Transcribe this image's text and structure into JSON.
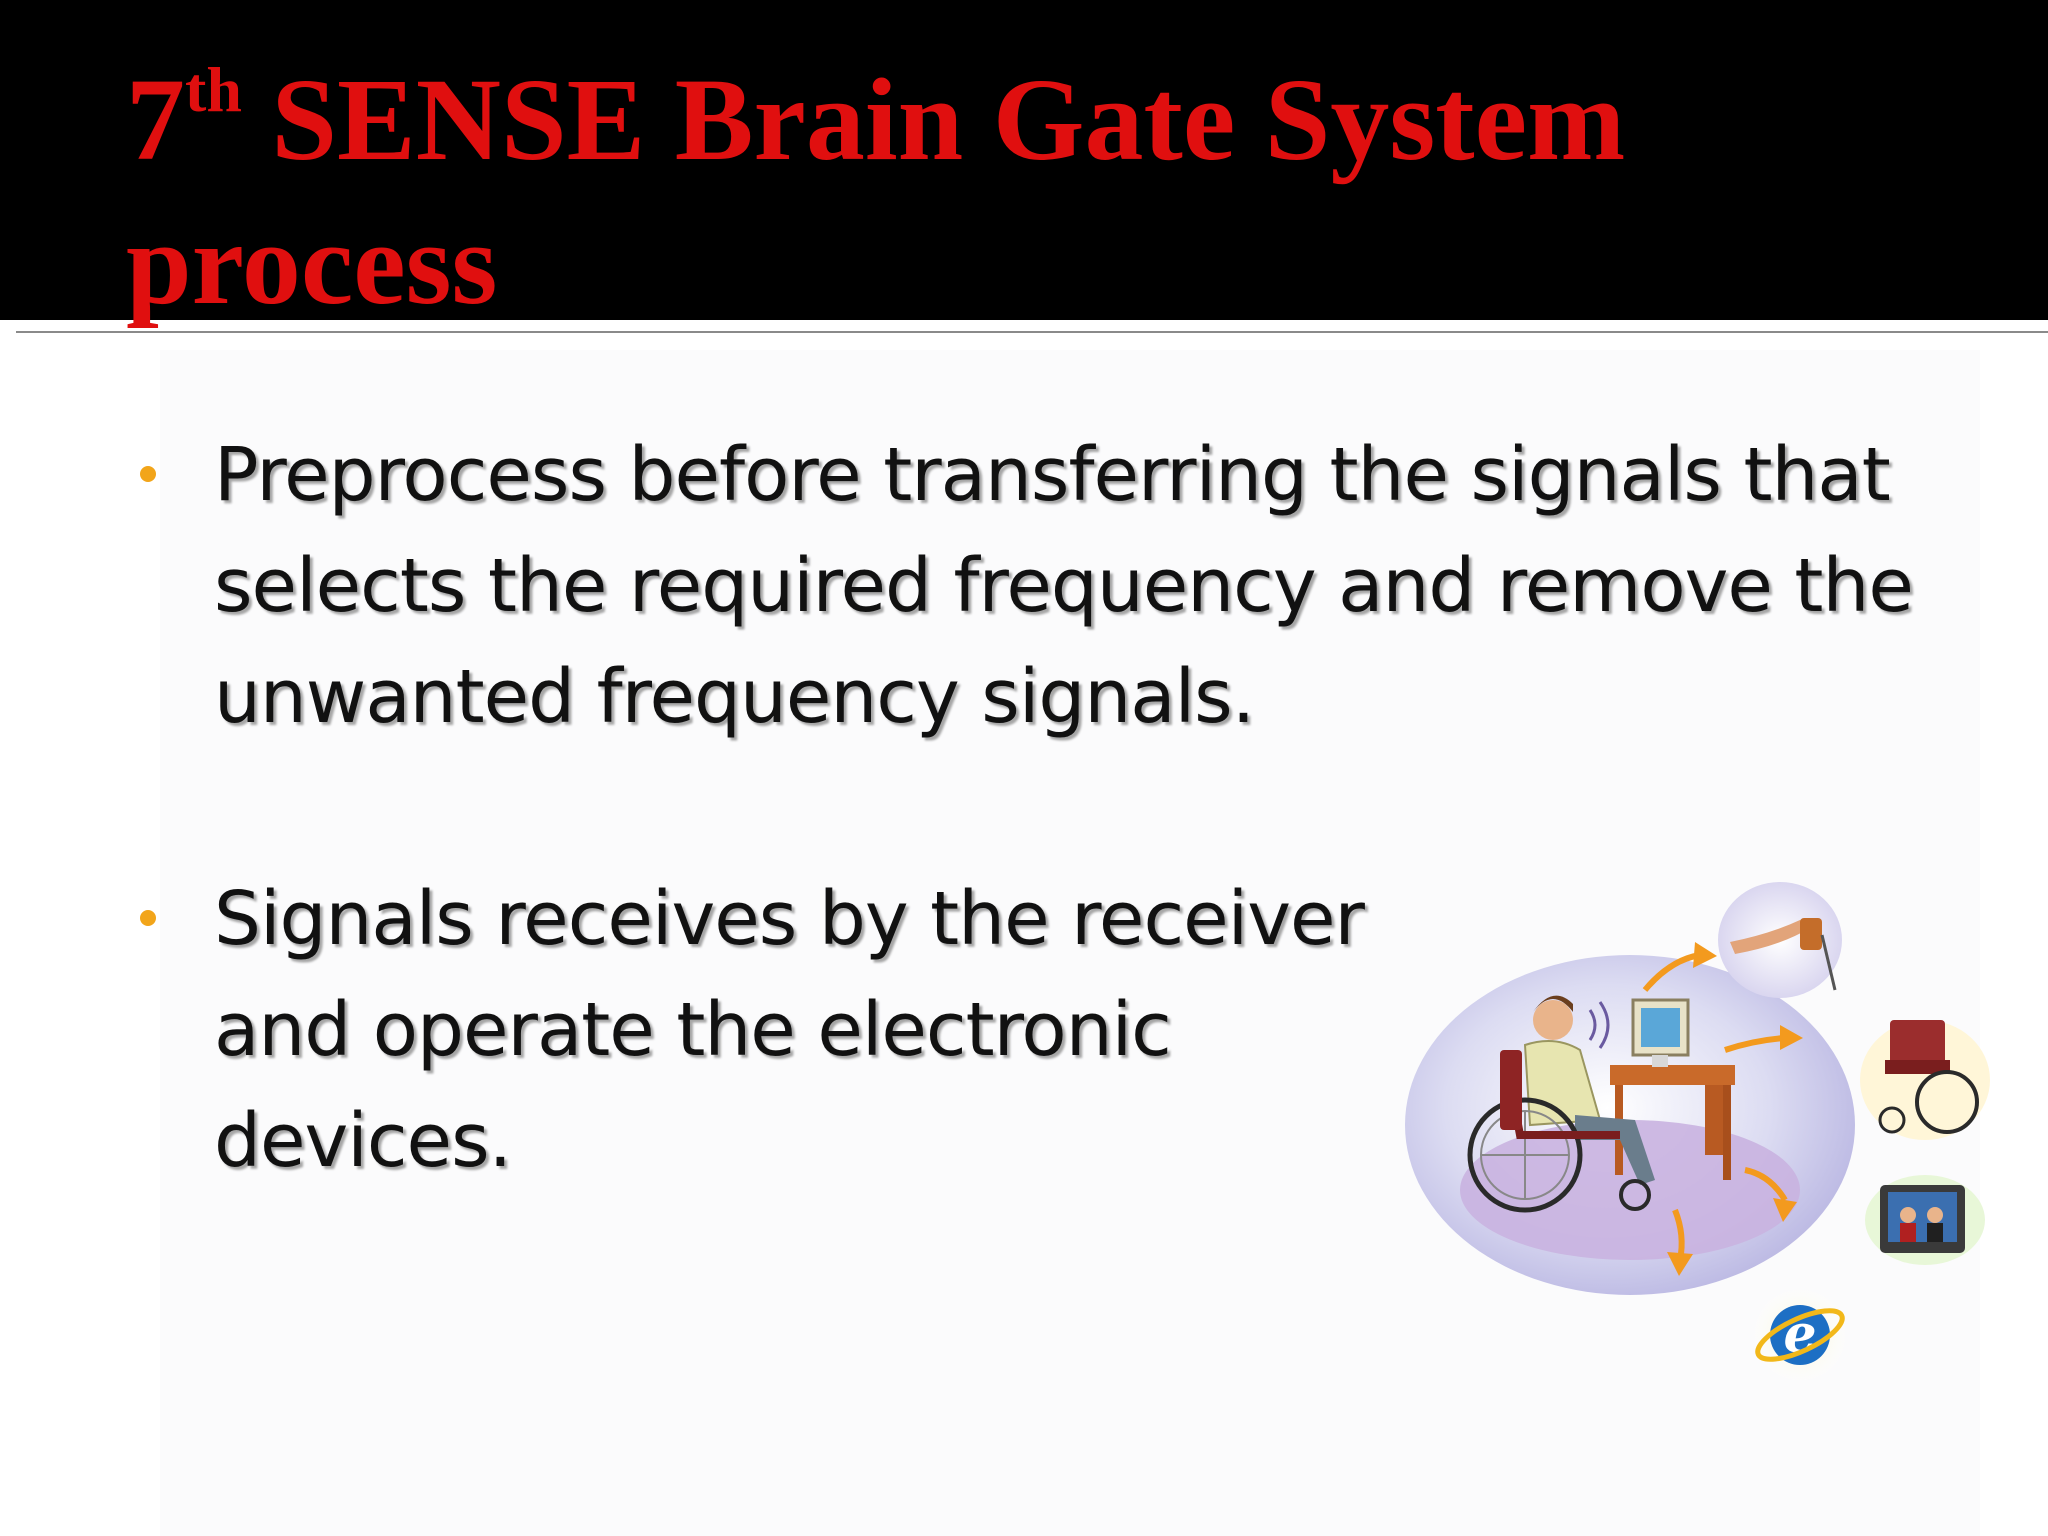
{
  "slide": {
    "title": {
      "number": "7",
      "superscript": "th",
      "text": " SENSE Brain Gate System process"
    },
    "bullets": [
      {
        "text": "Preprocess before transferring the signals that selects the required frequency and remove the unwanted frequency signals."
      },
      {
        "text": "Signals receives by the receiver and operate the electronic devices."
      }
    ],
    "illustration": {
      "icons": [
        "wheelchair-user-icon",
        "prosthetic-arm-icon",
        "wheelchair-icon",
        "television-icon",
        "internet-explorer-icon"
      ],
      "logo_letter": "e"
    },
    "colors": {
      "title_bar": "#000000",
      "title_text": "#e00f0f",
      "bullet": "#f2a51a",
      "arrow": "#f39a1e"
    }
  }
}
